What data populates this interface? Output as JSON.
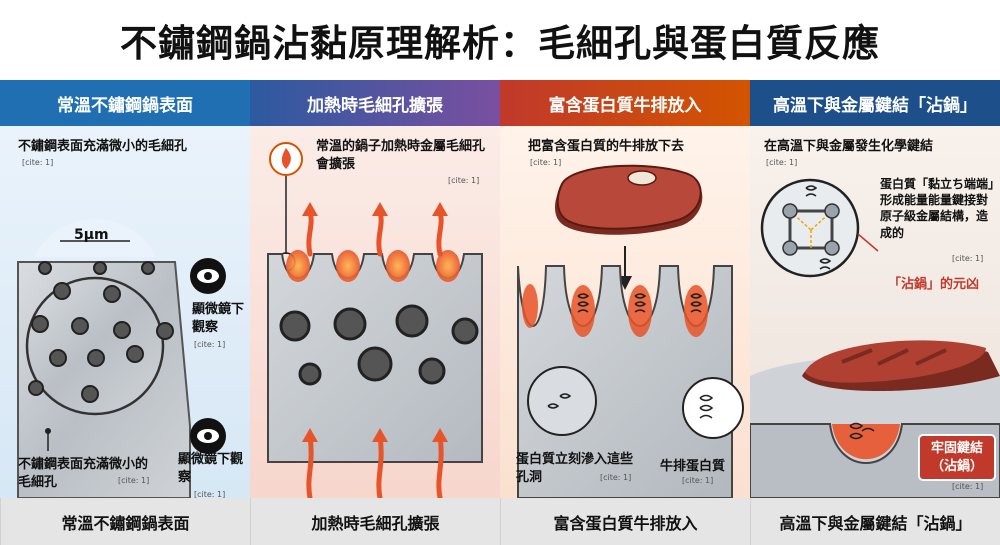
{
  "title": "不鏽鋼鍋沾黏原理解析：毛細孔與蛋白質反應",
  "cite": "[cite: 1]",
  "panels": [
    {
      "header": "常溫不鏽鋼鍋表面",
      "footer": "常溫不鏽鋼鍋表面",
      "top_text": "不鏽鋼表面充滿微小的毛細孔",
      "scale_label": "5μm",
      "eye_label_1": "顯微鏡下觀察",
      "eye_label_2": "顯微鏡下觀察",
      "bottom_text": "不鏽鋼表面充滿微小的毛細孔",
      "eye_icon": "eye-icon"
    },
    {
      "header": "加熱時毛細孔擴張",
      "footer": "加熱時毛細孔擴張",
      "top_text": "常溫的鍋子加熱時金屬毛細孔會擴張",
      "flame_icon": "flame-icon"
    },
    {
      "header": "富含蛋白質牛排放入",
      "footer": "富含蛋白質牛排放入",
      "top_text": "把富含蛋白質的牛排放下去",
      "bottom_left_text": "蛋白質立刻滲入這些孔洞",
      "bottom_right_text": "牛排蛋白質"
    },
    {
      "header": "高溫下與金屬鍵結「沾鍋」",
      "footer": "高溫下與金屬鍵結「沾鍋」",
      "top_text": "在高溫下與金屬發生化學鍵結",
      "detail_text": "蛋白質「黏立ち端端」形成能量能量鍵接對原子級金屬結構，造成的",
      "culprit_text": "「沾鍋」的元凶",
      "badge_text": "牢固鍵結（沾鍋）"
    }
  ]
}
